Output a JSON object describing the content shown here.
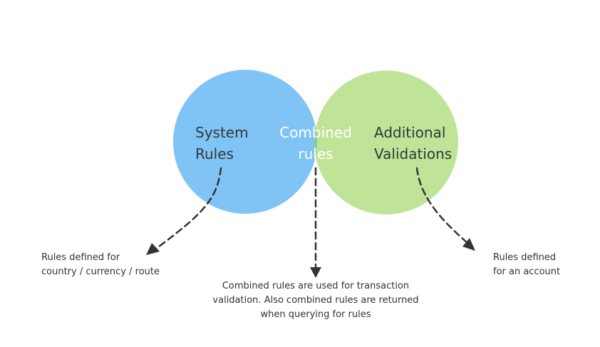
{
  "colors": {
    "system": "#80C3F5",
    "additional": "#BFE498",
    "overlap": "#8DCA8E",
    "text_dark": "#2E3A3A",
    "text_light": "#FFFFFF",
    "arrow": "#333333"
  },
  "circles": {
    "system": {
      "line1": "System",
      "line2": "Rules"
    },
    "combined": {
      "line1": "Combined",
      "line2": "rules"
    },
    "additional": {
      "line1": "Additional",
      "line2": "Validations"
    }
  },
  "notes": {
    "system": {
      "line1": "Rules defined for",
      "line2": "country / currency / route"
    },
    "combined": {
      "line1": "Combined rules are used for transaction",
      "line2": "validation. Also combined rules are returned",
      "line3": "when querying for rules"
    },
    "additional": {
      "line1": "Rules defined",
      "line2": "for an account"
    }
  }
}
